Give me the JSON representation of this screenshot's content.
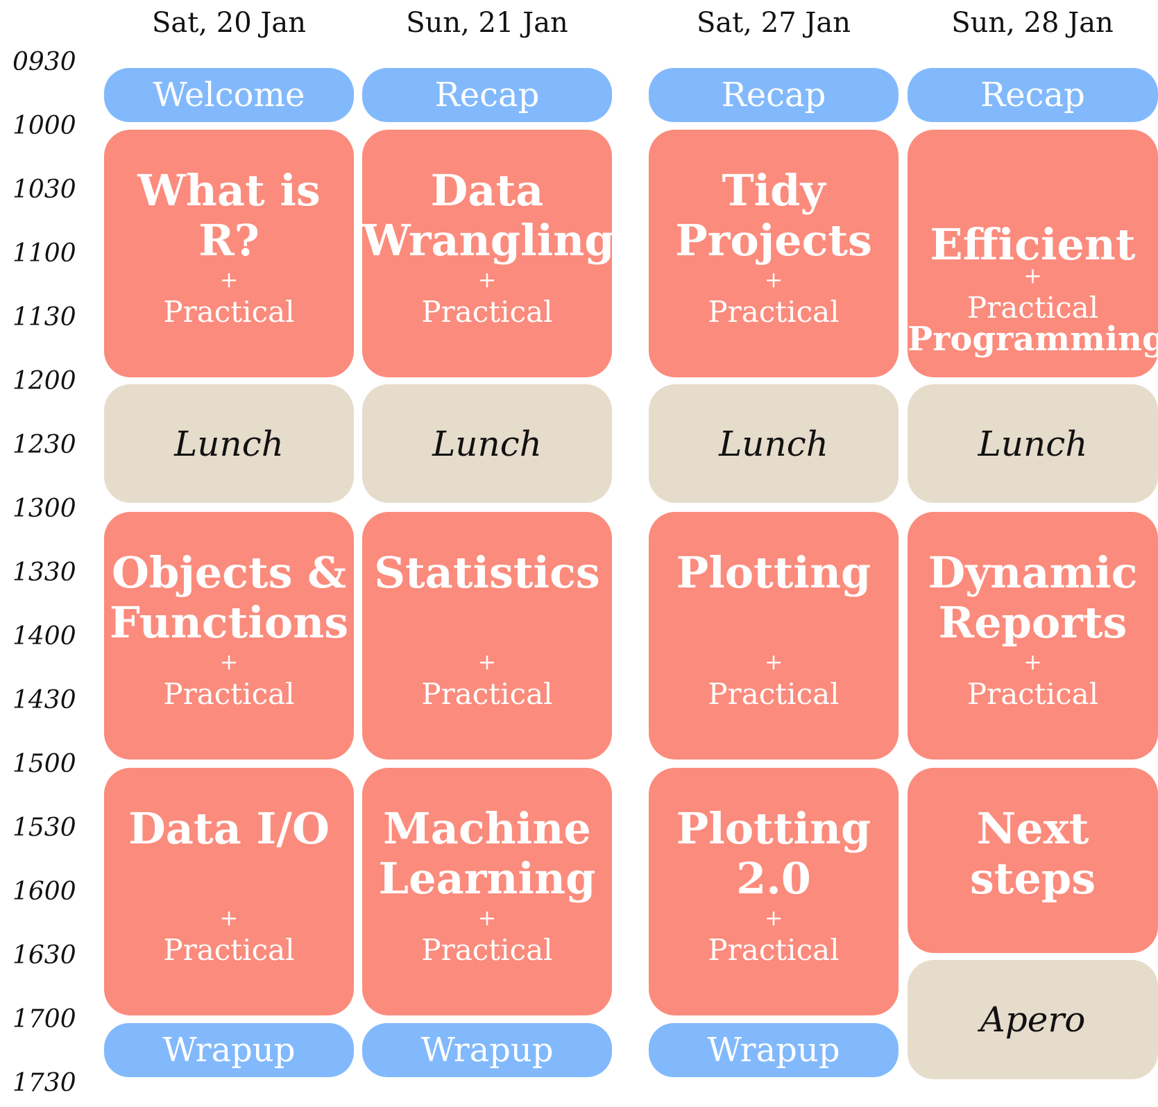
{
  "days": [
    "Sat, 20 Jan",
    "Sun, 21 Jan",
    "Sat, 27 Jan",
    "Sun, 28 Jan"
  ],
  "times": [
    "0930",
    "1000",
    "1030",
    "1100",
    "1130",
    "1200",
    "1230",
    "1300",
    "1330",
    "1400",
    "1430",
    "1500",
    "1530",
    "1600",
    "1630",
    "1700",
    "1730"
  ],
  "plus": "+",
  "practical": "Practical",
  "blocks": {
    "welcome": "Welcome",
    "recap": "Recap",
    "wrapup": "Wrapup",
    "lunch": "Lunch",
    "apero": "Apero"
  },
  "sessions": {
    "d1_am": "What is R?",
    "d1_pm1": "Objects &\nFunctions",
    "d1_pm2": "Data I/O",
    "d2_am": "Data\nWrangling",
    "d2_pm1": "Statistics",
    "d2_pm2": "Machine\nLearning",
    "d3_am": "Tidy\nProjects",
    "d3_pm1": "Plotting",
    "d3_pm2": "Plotting\n2.0",
    "d4_am_line1": "Efficient",
    "d4_am_line2": "Programming",
    "d4_pm1": "Dynamic\nReports",
    "d4_pm2": "Next\nsteps"
  },
  "colors": {
    "short_block": "#82b9fc",
    "session_block": "#fb8b7c",
    "break_block": "#e6dccb"
  }
}
